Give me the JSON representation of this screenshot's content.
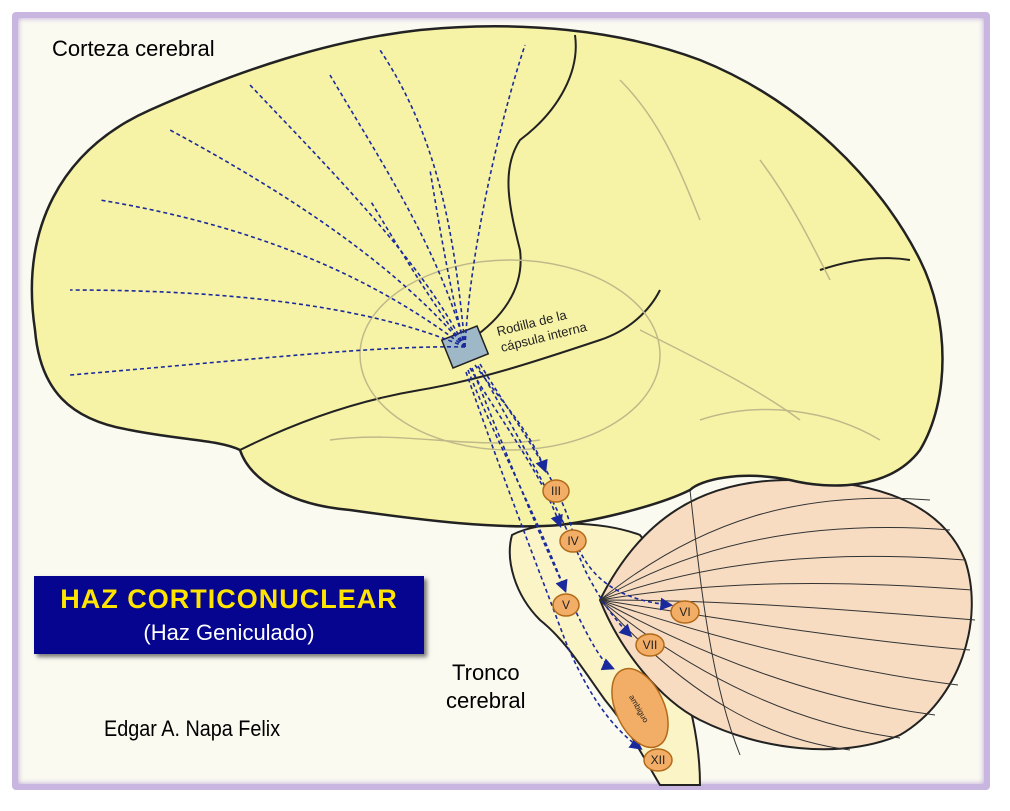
{
  "labels": {
    "cortex": "Corteza cerebral",
    "genu": "Rodilla de la cápsula interna",
    "genu_line1": "Rodilla de la",
    "genu_line2": "cápsula interna",
    "brainstem_line1": "Tronco",
    "brainstem_line2": "cerebral",
    "author": "Edgar A. Napa Felix"
  },
  "title": {
    "main": "HAZ  CORTICONUCLEAR",
    "sub": "(Haz Geniculado)"
  },
  "nuclei": [
    "III",
    "IV",
    "V",
    "VI",
    "VII",
    "XII"
  ],
  "elongated_nucleus_label": "ambiguo",
  "colors": {
    "brain": "#f7f3a6",
    "brainstem": "#faf4c6",
    "cerebellum": "#f7dcc2",
    "nucleus": "#f2ad66",
    "fiber": "#1a2a9c",
    "title_bg": "#05058f",
    "title_text": "#ffe400"
  }
}
